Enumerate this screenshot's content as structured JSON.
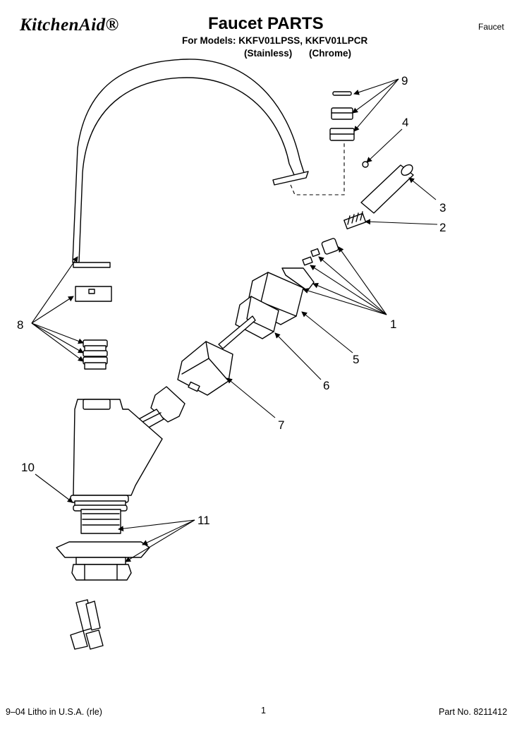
{
  "header": {
    "brand": "KitchenAid®",
    "title": "Faucet PARTS",
    "models_line": "For Models: KKFV01LPSS, KKFV01LPCR",
    "finish_stainless": "(Stainless)",
    "finish_chrome": "(Chrome)",
    "section": "Faucet"
  },
  "callouts": {
    "c1": "1",
    "c2": "2",
    "c3": "3",
    "c4": "4",
    "c5": "5",
    "c6": "6",
    "c7": "7",
    "c8": "8",
    "c9": "9",
    "c10": "10",
    "c11": "11"
  },
  "footer": {
    "litho": "9–04 Litho in U.S.A. (rle)",
    "page_number": "1",
    "part_number": "Part No. 8211412"
  }
}
